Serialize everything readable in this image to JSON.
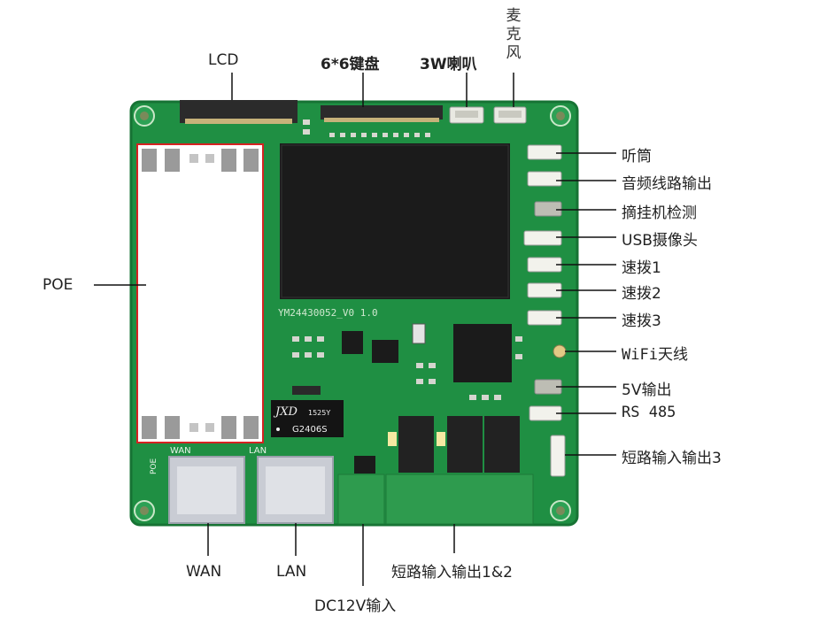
{
  "labels": {
    "lcd": "LCD",
    "keypad": "6*6键盘",
    "speaker": "3W喇叭",
    "mic_chars": [
      "麦",
      "克",
      "风"
    ],
    "handset": "听筒",
    "line_out": "音频线路输出",
    "hook": "摘挂机检测",
    "usb_cam": "USB摄像头",
    "speed1": "速拨1",
    "speed2": "速拨2",
    "speed3": "速拨3",
    "wifi": "WiFi天线",
    "out5v": "5V输出",
    "rs485": "RS 485",
    "short3": "短路输入输出3",
    "poe": "POE",
    "wan": "WAN",
    "lan": "LAN",
    "dc12v": "DC12V输入",
    "short12": "短路输入输出1&2"
  },
  "board": {
    "silk_model": "YM24430052_V0 1.0",
    "chip_brand": "JXD",
    "chip_code1": "1525Y",
    "chip_code2": "G2406S",
    "silk_wan": "WAN",
    "silk_lan": "LAN",
    "silk_poe": "POE"
  },
  "colors": {
    "pcb": "#1f8f43",
    "pcb_dark": "#177334",
    "poe_outline": "#d62222",
    "terminal": "#2e9b4e",
    "rj45": "#c9ccd4"
  }
}
